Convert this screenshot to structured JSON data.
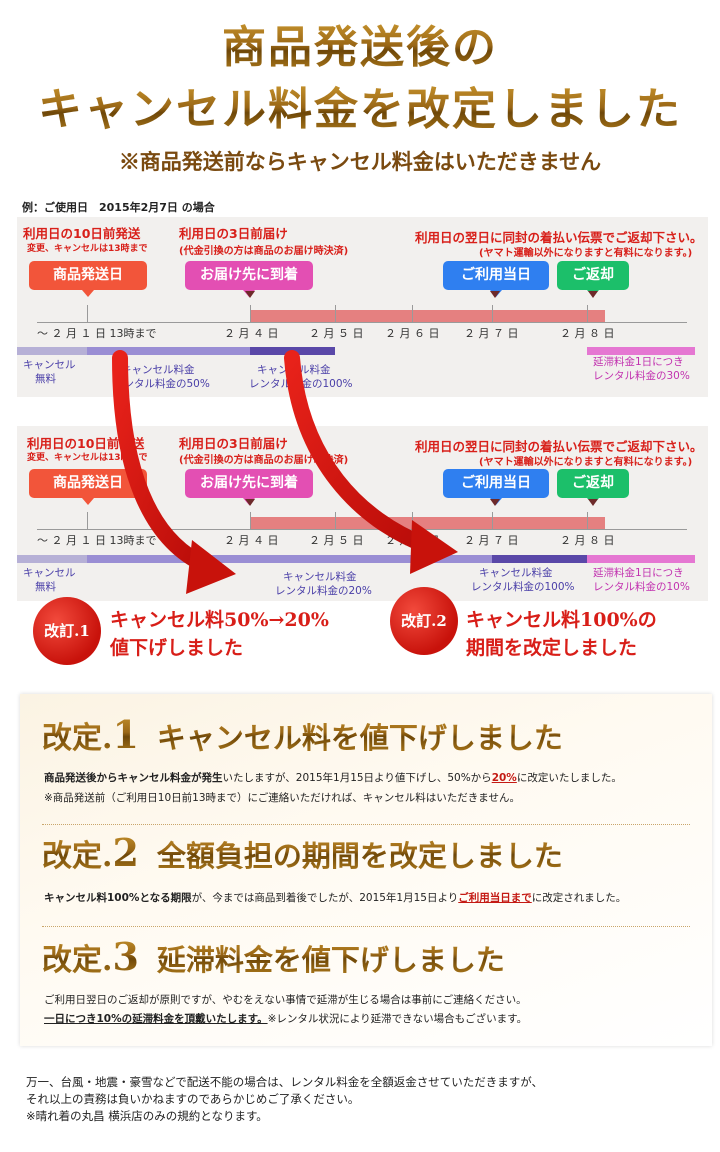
{
  "header": {
    "title_line1": "商品発送後の",
    "title_line2": "キャンセル料金を改定しました",
    "subtitle": "※商品発送前ならキャンセル料金はいただきません"
  },
  "example_label": "例：ご使用日　2015年2月7日 の場合",
  "timeline_before": {
    "note_10days": "利用日の10日前発送",
    "note_10days_sub": "変更、キャンセルは13時まで",
    "note_3days": "利用日の3日前届け",
    "note_3days_sub": "(代金引換の方は商品のお届け時決済)",
    "note_return": "利用日の翌日に同封の着払い伝票でご返却下さい。",
    "note_return_sub": "(ヤマト運輸以外になりますと有料になります。)",
    "pill_ship": "商品発送日",
    "pill_arrive": "お届け先に到着",
    "pill_use": "ご利用当日",
    "pill_return": "ご返却",
    "dates": [
      "～ ２ 月 １ 日 13時まで",
      "２ 月 ４ 日",
      "２ 月 ５ 日",
      "２ 月 ６ 日",
      "２ 月 ７ 日",
      "２ 月 ８ 日"
    ],
    "fee_cancel_free_1": "キャンセル",
    "fee_cancel_free_2": "無料",
    "fee_50_1": "キャンセル料金",
    "fee_50_2": "レンタル料金の50%",
    "fee_100_1": "キャンセル料金",
    "fee_100_2": "レンタル料金の100%",
    "fee_late_1": "延滞料金1日につき",
    "fee_late_2": "レンタル料金の30%"
  },
  "timeline_after": {
    "note_10days": "利用日の10日前発送",
    "note_10days_sub": "変更、キャンセルは13時まで",
    "note_3days": "利用日の3日前届け",
    "note_3days_sub": "(代金引換の方は商品のお届け時決済)",
    "note_return": "利用日の翌日に同封の着払い伝票でご返却下さい。",
    "note_return_sub": "(ヤマト運輸以外になりますと有料になります。)",
    "pill_ship": "商品発送日",
    "pill_arrive": "お届け先に到着",
    "pill_use": "ご利用当日",
    "pill_return": "ご返却",
    "dates": [
      "～ ２ 月 １ 日 13時まで",
      "２ 月 ４ 日",
      "２ 月 ５ 日",
      "２ 月 ６ 日",
      "２ 月 ７ 日",
      "２ 月 ８ 日"
    ],
    "fee_cancel_free_1": "キャンセル",
    "fee_cancel_free_2": "無料",
    "fee_20_1": "キャンセル料金",
    "fee_20_2": "レンタル料金の20%",
    "fee_100_1": "キャンセル料金",
    "fee_100_2": "レンタル料金の100%",
    "fee_late_1": "延滞料金1日につき",
    "fee_late_2": "レンタル料金の10%"
  },
  "revisions_callout": [
    {
      "badge": "改訂.1",
      "line1": "キャンセル料50%→20%",
      "line2": "値下げしました"
    },
    {
      "badge": "改訂.2",
      "line1": "キャンセル料100%の",
      "line2": "期間を改定しました"
    }
  ],
  "revision_details": [
    {
      "label": "改定.",
      "num": "1",
      "title": "キャンセル料を値下げしました",
      "p1_bold": "商品発送後からキャンセル料金が発生",
      "p1_mid": "いたしますが、2015年1月15日より値下げし、50%から",
      "p1_red": "20%",
      "p1_end": "に改定いたしました。",
      "p2": "※商品発送前（ご利用日10日前13時まで）にご連絡いただければ、キャンセル料はいただきません。"
    },
    {
      "label": "改定.",
      "num": "2",
      "title": "全額負担の期間を改定しました",
      "p1_bold": "キャンセル料100%となる期限",
      "p1_mid": "が、今までは商品到着後でしたが、2015年1月15日より",
      "p1_red": "ご利用当日まで",
      "p1_end": "に改定されました。"
    },
    {
      "label": "改定.",
      "num": "3",
      "title": "延滞料金を値下げしました",
      "p1": "ご利用日翌日のご返却が原則ですが、やむをえない事情で延滞が生じる場合は事前にご連絡ください。",
      "p2_under": "一日につき10%の延滞料金を頂戴いたします。",
      "p2_end": "※レンタル状況により延滞できない場合もございます。"
    }
  ],
  "footer": {
    "line1": "万一、台風・地震・豪雪などで配送不能の場合は、レンタル料金を全額返金させていただきますが、",
    "line2": "それ以上の責務は負いかねますのであらかじめご了承ください。",
    "line3": "※晴れ着の丸昌 横浜店のみの規約となります。"
  },
  "colors": {
    "gold": "#9a6716",
    "accent_red": "#d8201a",
    "pill_ship": "#f2553a",
    "pill_arrive": "#e34fb3",
    "pill_use": "#2f7ff0",
    "pill_return": "#1cbf6a",
    "fee_free": "#b6b0d6",
    "fee_mid": "#9a8ed4",
    "fee_full": "#5a48a8",
    "fee_late": "#e577d2"
  }
}
